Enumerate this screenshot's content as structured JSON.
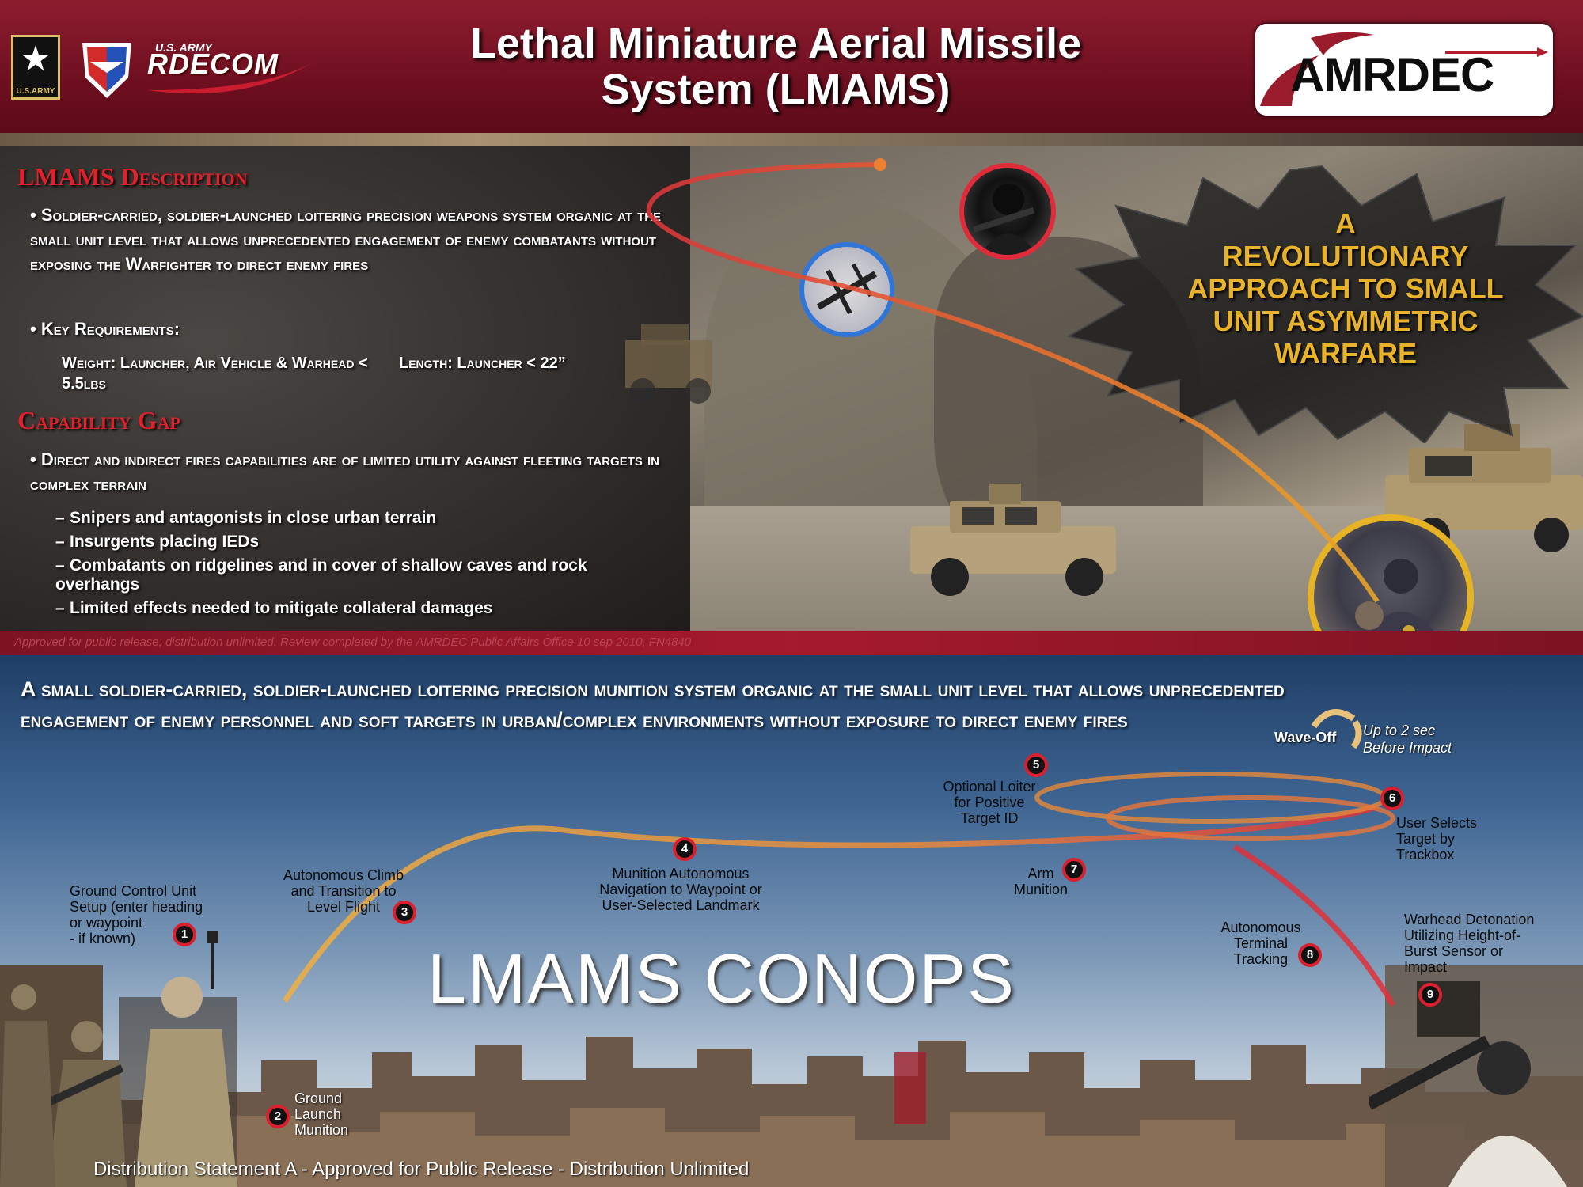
{
  "header": {
    "army_logo_text": "U.S.ARMY",
    "rdecom_small": "U.S. ARMY",
    "rdecom_name": "RDECOM",
    "title_line1": "Lethal Miniature Aerial Missile",
    "title_line2": "System (LMAMS)",
    "amrdec_logo": "AMRDEC"
  },
  "description": {
    "title": "LMAMS Description",
    "bullet": "• Soldier-carried, soldier-launched loitering precision weapons system organic at the small unit level that allows unprecedented engagement of enemy combatants without exposing the Warfighter to direct enemy fires",
    "requirements_label": "• Key Requirements:",
    "weight": "Weight: Launcher, Air Vehicle & Warhead < 5.5lbs",
    "length": "Length: Launcher < 22”"
  },
  "capability_gap": {
    "title": "Capability Gap",
    "bullet": "• Direct and indirect fires capabilities are of limited utility against fleeting targets in complex terrain",
    "items": [
      "Snipers and antagonists in close urban terrain",
      "Insurgents placing IEDs",
      "Combatants on ridgelines and in cover of shallow caves and rock overhangs",
      "Limited effects needed to mitigate collateral damages"
    ]
  },
  "revolution": {
    "line1": "A",
    "line2": "REVOLUTIONARY",
    "line3": "APPROACH TO SMALL",
    "line4": "UNIT ASYMMETRIC",
    "line5": "WARFARE"
  },
  "approved_note": "Approved for public release; distribution unlimited. Review completed by the AMRDEC Public Affairs Office 10 sep 2010, FN4840",
  "mission_statement": "A small soldier-carried, soldier-launched loitering precision munition system organic at the small unit level that allows unprecedented engagement of enemy personnel and soft targets in urban/complex environments without exposure to direct enemy fires",
  "conops": {
    "title": "LMAMS CONOPS",
    "wave_off": "Wave-Off",
    "wave_off_note_1": "Up to 2 sec",
    "wave_off_note_2": "Before Impact",
    "steps": [
      {
        "n": "1",
        "lines": [
          "Ground Control Unit",
          "Setup (enter heading",
          "or waypoint",
          " - if known)"
        ]
      },
      {
        "n": "2",
        "lines": [
          "Ground",
          "Launch",
          "Munition"
        ]
      },
      {
        "n": "3",
        "lines": [
          "Autonomous Climb",
          "and Transition to",
          "Level Flight"
        ]
      },
      {
        "n": "4",
        "lines": [
          "Munition Autonomous",
          "Navigation to Waypoint or",
          "User-Selected Landmark"
        ]
      },
      {
        "n": "5",
        "lines": [
          "Optional Loiter",
          "for Positive",
          "Target ID"
        ]
      },
      {
        "n": "6",
        "lines": [
          "User Selects",
          "Target by",
          "Trackbox"
        ]
      },
      {
        "n": "7",
        "lines": [
          "Arm",
          "Munition"
        ]
      },
      {
        "n": "8",
        "lines": [
          "Autonomous",
          "Terminal",
          "Tracking"
        ]
      },
      {
        "n": "9",
        "lines": [
          "Warhead Detonation",
          "Utilizing Height-of-",
          "Burst Sensor or",
          "Impact"
        ]
      }
    ]
  },
  "distribution": "Distribution Statement A - Approved for Public Release - Distribution Unlimited",
  "colors": {
    "header_red": "#8d1d2f",
    "section_title_red": "#e0202a",
    "revolution_gold": "#e8b22a",
    "step_ring_red": "#d9202e",
    "sniper_ring": "#e02c3a",
    "uav_ring": "#2f76d8",
    "target_ring": "#e6b325"
  }
}
